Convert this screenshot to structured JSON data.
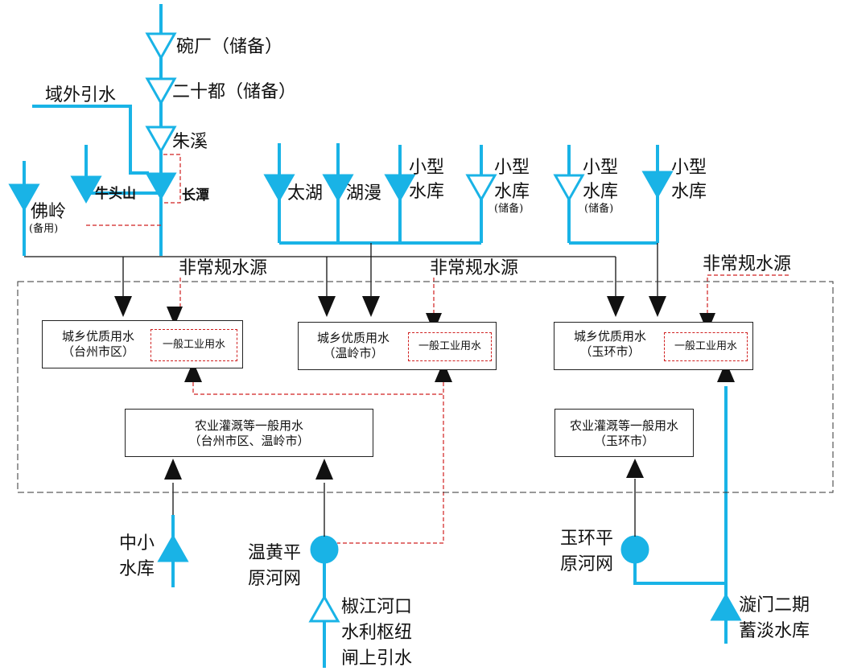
{
  "sources": {
    "wanchang": "碗厂（储备）",
    "ershidu": "二十都（储备）",
    "yuwai": "域外引水",
    "zhuxi": "朱溪",
    "niutoushan": "牛头山",
    "changtan": "长潭",
    "foling": "佛岭",
    "foling_note": "(备用)",
    "taihu": "太湖",
    "human": "湖漫",
    "xiaoxing1_l1": "小型",
    "xiaoxing1_l2": "水库",
    "xiaoxing2_l1": "小型",
    "xiaoxing2_l2": "水库",
    "xiaoxing2_note": "(储备)",
    "xiaoxing3_l1": "小型",
    "xiaoxing3_l2": "水库",
    "xiaoxing3_note": "(储备)",
    "xiaoxing4_l1": "小型",
    "xiaoxing4_l2": "水库"
  },
  "nonconventional": {
    "label1": "非常规水源",
    "label2": "非常规水源",
    "label3": "非常规水源"
  },
  "users": {
    "taizhou_l1": "城乡优质用水",
    "taizhou_l2": "（台州市区）",
    "taizhou_ind": "一般工业用水",
    "wenling_l1": "城乡优质用水",
    "wenling_l2": "（温岭市）",
    "wenling_ind": "一般工业用水",
    "yuhuan_l1": "城乡优质用水",
    "yuhuan_l2": "（玉环市）",
    "yuhuan_ind": "一般工业用水",
    "agri1_l1": "农业灌溉等一般用水",
    "agri1_l2": "（台州市区、温岭市）",
    "agri2_l1": "农业灌溉等一般用水",
    "agri2_l2": "（玉环市）"
  },
  "bottom": {
    "zhongxiao_l1": "中小",
    "zhongxiao_l2": "水库",
    "wenhuang_l1": "温黄平",
    "wenhuang_l2": "原河网",
    "jiaojiang_l1": "椒江河口",
    "jiaojiang_l2": "水利枢纽",
    "jiaojiang_l3": "闸上引水",
    "yuhuanping_l1": "玉环平",
    "yuhuanping_l2": "原河网",
    "xuanmen_l1": "漩门二期",
    "xuanmen_l2": "蓄淡水库"
  },
  "colors": {
    "water": "#19b3e6",
    "dashed": "#d02020",
    "black": "#111111"
  }
}
